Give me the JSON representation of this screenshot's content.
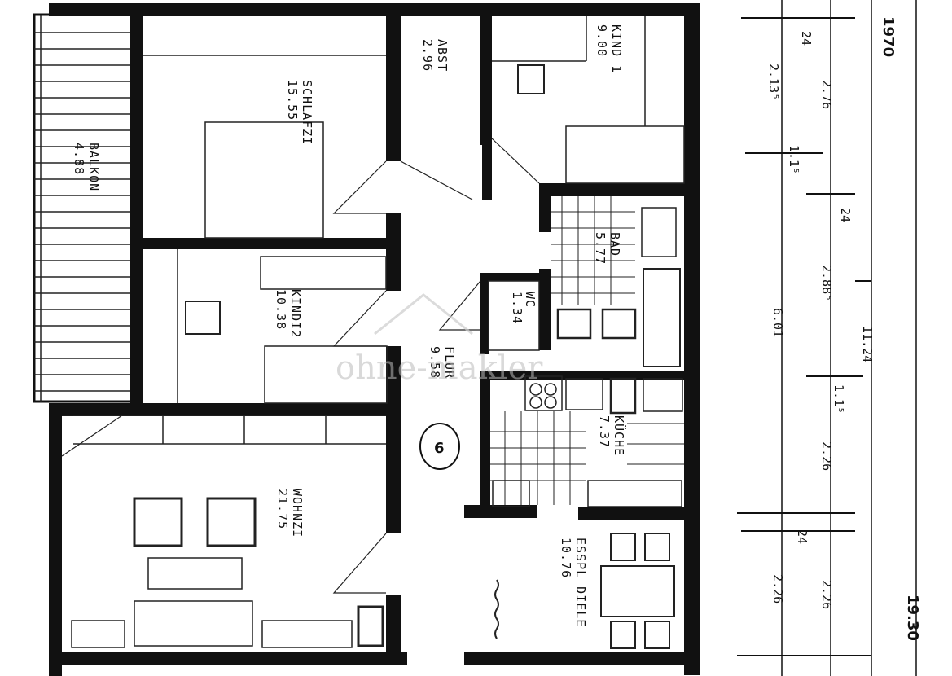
{
  "rooms": {
    "abst": {
      "name": "ABST",
      "area": "2.96"
    },
    "kind1": {
      "name": "KIND 1",
      "area": "9.00"
    },
    "schlafzi": {
      "name": "SCHLAFZI",
      "area": "15.55"
    },
    "balkon": {
      "name": "BALKON",
      "area": "4.88"
    },
    "bad": {
      "name": "BAD",
      "area": "5.77"
    },
    "wc": {
      "name": "WC",
      "area": "1.34"
    },
    "kindi2": {
      "name": "KINDI2",
      "area": "10.38"
    },
    "flur": {
      "name": "FLUR",
      "area": "9.58"
    },
    "kuche": {
      "name": "KÜCHE",
      "area": "7.37"
    },
    "wohnzi": {
      "name": "WOHNZI",
      "area": "21.75"
    },
    "esspl": {
      "name": "ESSPL DIELE",
      "area": "10.76"
    }
  },
  "unit_marker": "6",
  "year": "1970",
  "watermark": "ohne-makler",
  "dimensions": {
    "row1": [
      "24",
      "2.13⁵",
      "2.76",
      "1.1⁵",
      "24",
      "2.88⁵",
      "6.01",
      "1.1⁵",
      "2.26",
      "24",
      "2.26",
      "2.26"
    ],
    "total_inner": "11.24",
    "total_outer": "19.30"
  }
}
